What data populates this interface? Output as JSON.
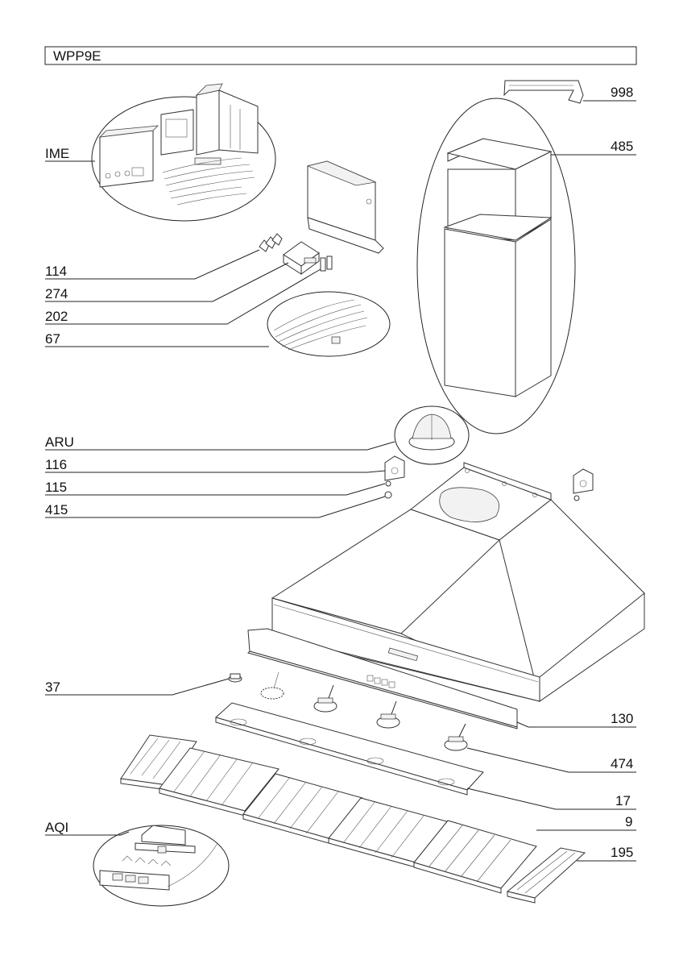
{
  "title": "WPP9E",
  "labels": {
    "998": "998",
    "485": "485",
    "IME": "IME",
    "114": "114",
    "274": "274",
    "202": "202",
    "67": "67",
    "ARU": "ARU",
    "116": "116",
    "115": "115",
    "415": "415",
    "37": "37",
    "130": "130",
    "474": "474",
    "17": "17",
    "9": "9",
    "AQI": "AQI",
    "195": "195"
  }
}
